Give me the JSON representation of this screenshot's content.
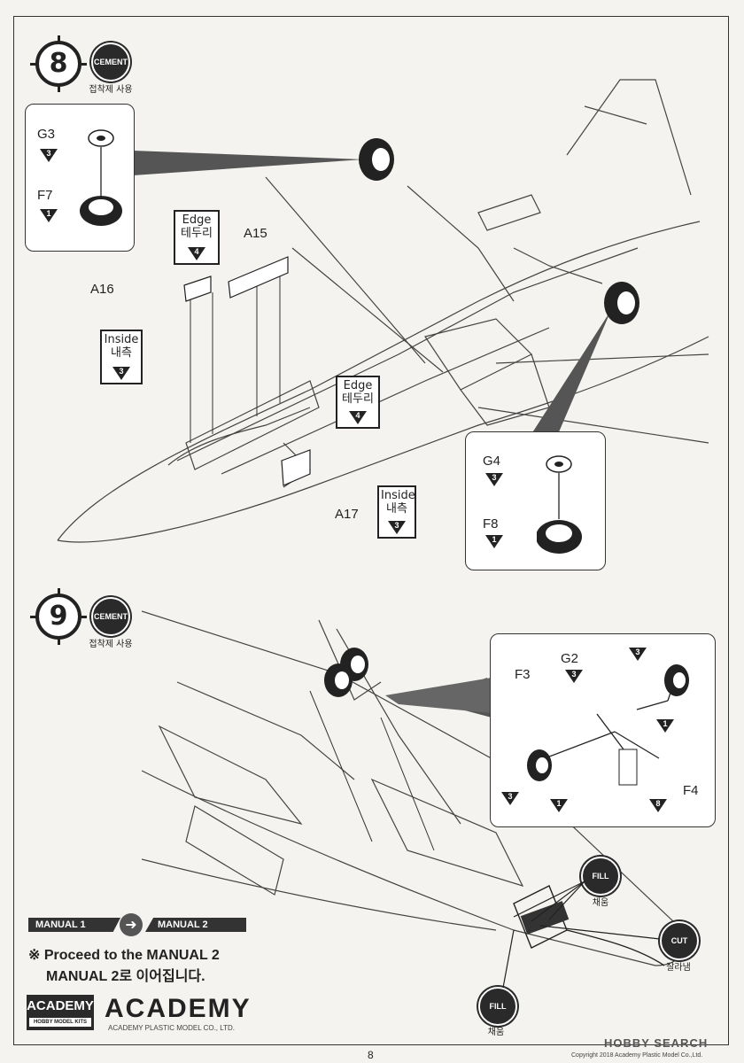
{
  "step8": {
    "number": "8",
    "cement_badge": "CEMENT",
    "cement_caption": "접착제 사용",
    "inset_top": {
      "parts": [
        {
          "label": "G3",
          "count": "3"
        },
        {
          "label": "F7",
          "count": "1"
        }
      ]
    },
    "parts": {
      "a15": "A15",
      "a16": "A16",
      "a17": "A17"
    },
    "callouts": [
      {
        "en": "Edge",
        "ko": "테두리",
        "count": "4"
      },
      {
        "en": "Inside",
        "ko": "내측",
        "count": "3"
      },
      {
        "en": "Edge",
        "ko": "테두리",
        "count": "4"
      },
      {
        "en": "Inside",
        "ko": "내측",
        "count": "3"
      }
    ],
    "inset_bottom": {
      "parts": [
        {
          "label": "G4",
          "count": "3"
        },
        {
          "label": "F8",
          "count": "1"
        }
      ]
    }
  },
  "step9": {
    "number": "9",
    "cement_badge": "CEMENT",
    "cement_caption": "접착제 사용",
    "inset": {
      "g2": {
        "label": "G2",
        "count": "3"
      },
      "f3": {
        "label": "F3"
      },
      "f4": {
        "label": "F4"
      },
      "counts": {
        "top_right": "3",
        "right_1": "1",
        "bottom_3": "3",
        "bottom_1": "1",
        "bottom_8": "8"
      }
    },
    "fill_badge": "FILL",
    "fill_caption": "채움",
    "cut_badge": "CUT",
    "cut_caption": "잘라냄"
  },
  "footer": {
    "manual1": "MANUAL 1",
    "manual2": "MANUAL 2",
    "proceed_en": "※ Proceed to the MANUAL 2",
    "proceed_ko": "MANUAL 2로 이어집니다.",
    "academy_box_title": "ACADEMY",
    "academy_box_sub": "HOBBY MODEL KITS",
    "logo": "ACADEMY",
    "logo_sub": "ACADEMY PLASTIC MODEL CO., LTD.",
    "page_number": "8",
    "watermark": "HOBBY SEARCH",
    "copyright": "Copyright 2018 Academy Plastic Model Co.,Ltd."
  },
  "colors": {
    "ink": "#222222",
    "paper": "#f4f3ef",
    "badge": "#2a2a2a"
  }
}
